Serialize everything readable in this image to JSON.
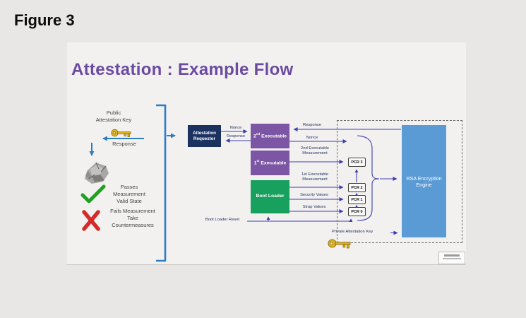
{
  "figure_label": "Figure 3",
  "slide": {
    "title": "Attestation : Example Flow",
    "legend": {
      "public_key": "Public\nAttestation Key",
      "response": "Response",
      "passes": "Passes\nMeasurement\nValid State",
      "fails": "Fails Measurement\nTake\nCountermeasures"
    },
    "diagram": {
      "requestor": "Attestation Requestor",
      "exec2": {
        "num": "2",
        "ord": "nd",
        "word": "Executable"
      },
      "exec1": {
        "num": "1",
        "ord": "st",
        "word": "Executable"
      },
      "boot_loader": "Boot Loader",
      "engine": "RSA Encryption Engine",
      "pcrs": [
        "PCR 3",
        "PCR 2",
        "PCR 1",
        "PCR 0"
      ],
      "labels": {
        "nonce_req": "Nonce",
        "response_req": "Response",
        "response_engine": "Response",
        "nonce_engine": "Nonce",
        "meas2": "2nd Executable\nMeasurement",
        "meas1": "1st Executable\nMeasurement",
        "security_values": "Security Values",
        "strap_values": "Strap Values",
        "boot_loader_reset": "Boot Loader Reset",
        "private_key": "Private Attestation Key"
      }
    },
    "colors": {
      "title_purple": "#6b4aa2",
      "legend_blue": "#2d7dc1",
      "flow_line": "#3d3daf",
      "requestor_bg": "#1b3260",
      "executable_bg": "#7d55a5",
      "boot_loader_bg": "#18a05e",
      "engine_bg": "#5b9bd5",
      "pass_green": "#1fa11f",
      "fail_red": "#d42a2a",
      "key_gold": "#e0b322"
    }
  }
}
